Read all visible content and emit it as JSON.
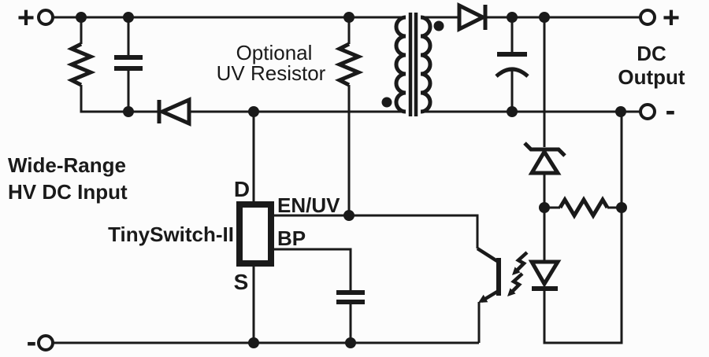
{
  "diagram": {
    "type": "circuit-schematic",
    "description": "TinySwitch-II flyback power supply schematic",
    "background": "#fcfcfc",
    "line_color": "#1a1a1a",
    "labels": {
      "input_plus": "+",
      "input_minus": "-",
      "input_caption_line1": "Wide-Range",
      "input_caption_line2": "HV DC Input",
      "uv_resistor_line1": "Optional",
      "uv_resistor_line2": "UV Resistor",
      "ic_name": "TinySwitch-II",
      "pin_drain": "D",
      "pin_source": "S",
      "pin_bypass": "BP",
      "pin_enable": "EN/UV",
      "output_plus": "+",
      "output_minus": "-",
      "output_caption_line1": "DC",
      "output_caption_line2": "Output"
    },
    "components": [
      "input-terminal-positive",
      "input-terminal-negative",
      "clamp-resistor",
      "clamp-capacitor",
      "clamp-diode",
      "optional-uv-resistor",
      "flyback-transformer",
      "tinyswitch-ii-ic",
      "bypass-capacitor",
      "output-rectifier-diode",
      "output-capacitor",
      "zener-diode",
      "feedback-resistor",
      "optocoupler-led",
      "optocoupler-phototransistor",
      "output-terminal-positive",
      "output-terminal-negative"
    ]
  }
}
